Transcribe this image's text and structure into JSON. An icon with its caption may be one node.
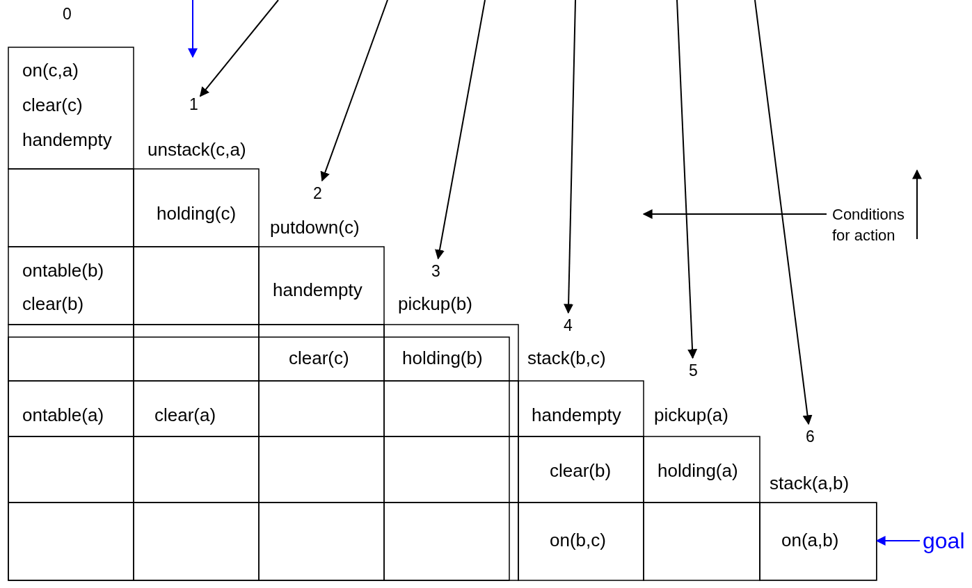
{
  "diagram": {
    "nodes": [
      {
        "text": [
          "1"
        ]
      },
      {
        "text": [
          "2"
        ]
      },
      {
        "text": [
          "3"
        ]
      },
      {
        "text": [
          "4"
        ]
      },
      {
        "text": [
          "5"
        ]
      },
      {
        "text": [
          "6"
        ]
      },
      {
        "text": [
          "Conditions for action"
        ]
      },
      {
        "text": [
          "goal"
        ]
      },
      {
        "text": [
          "on(a,b)"
        ]
      }
    ],
    "edges": [
      {
        "from": null,
        "to": 0,
        "arrow": "to"
      },
      {
        "from": null,
        "to": 1,
        "arrow": "to"
      },
      {
        "from": null,
        "to": 2,
        "arrow": "to"
      },
      {
        "from": null,
        "to": 3,
        "arrow": "to"
      },
      {
        "from": null,
        "to": 4,
        "arrow": "to"
      },
      {
        "from": null,
        "to": 5,
        "arrow": "to"
      },
      {
        "from": 6,
        "to": null,
        "arrow": "to"
      },
      {
        "from": 6,
        "to": null,
        "arrow": "to"
      },
      {
        "from": 7,
        "to": 8,
        "arrow": "to",
        "color": "#0000ff"
      }
    ],
    "labels": [
      "0",
      "on(c,a)",
      "clear(c)",
      "handempty",
      "unstack(c,a)",
      "holding(c)",
      "putdown(c)",
      "ontable(b)",
      "clear(b)",
      "handempty",
      "pickup(b)",
      "clear(c)",
      "holding(b)",
      "stack(b,c)",
      "ontable(a)",
      "clear(a)",
      "handempty",
      "pickup(a)",
      "clear(b)",
      "holding(a)",
      "stack(a,b)",
      "on(b,c)"
    ]
  }
}
